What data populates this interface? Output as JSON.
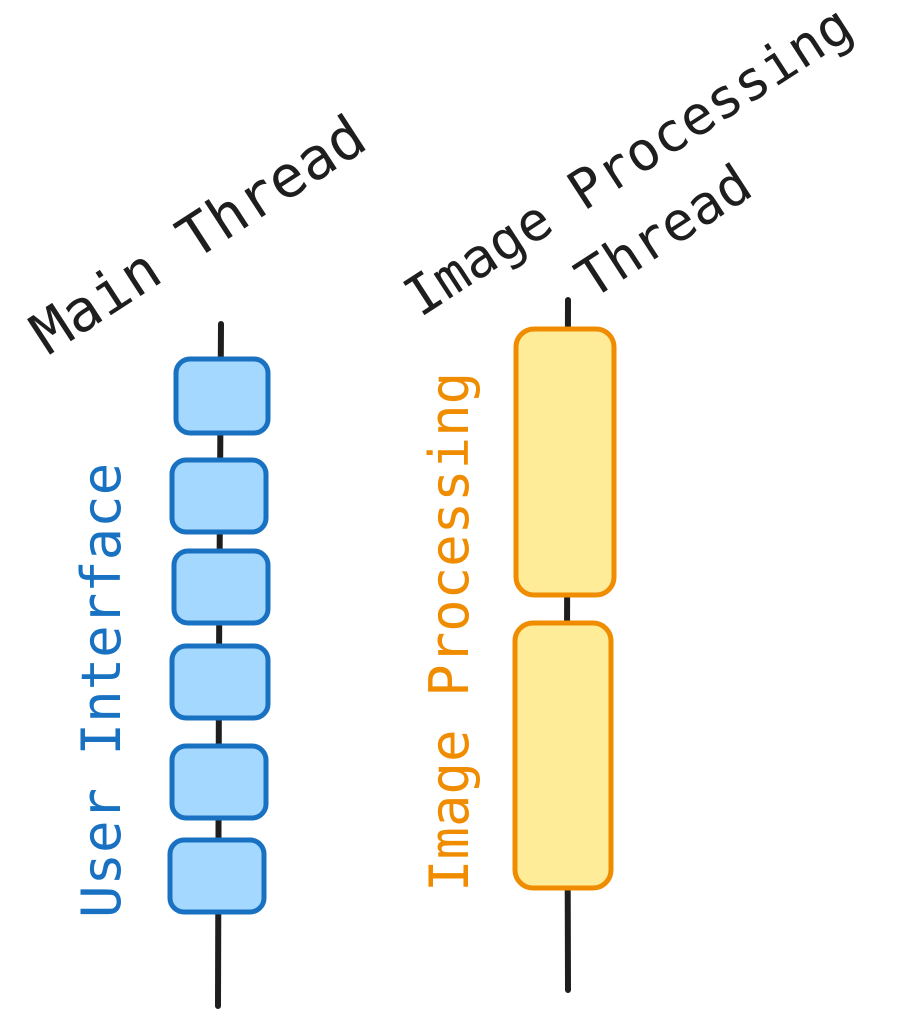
{
  "threads": [
    {
      "title_lines": [
        "Main Thread"
      ],
      "block_label": "User Interface",
      "block_count": 6,
      "line_color": "#1e1e1e",
      "block_fill": "#a5d8ff",
      "block_stroke": "#1971c2",
      "label_color": "#1971c2"
    },
    {
      "title_lines": [
        "Image Processing",
        "Thread"
      ],
      "block_label": "Image Processing",
      "block_count": 2,
      "line_color": "#1e1e1e",
      "block_fill": "#ffec99",
      "block_stroke": "#f08c00",
      "label_color": "#f08c00"
    }
  ]
}
